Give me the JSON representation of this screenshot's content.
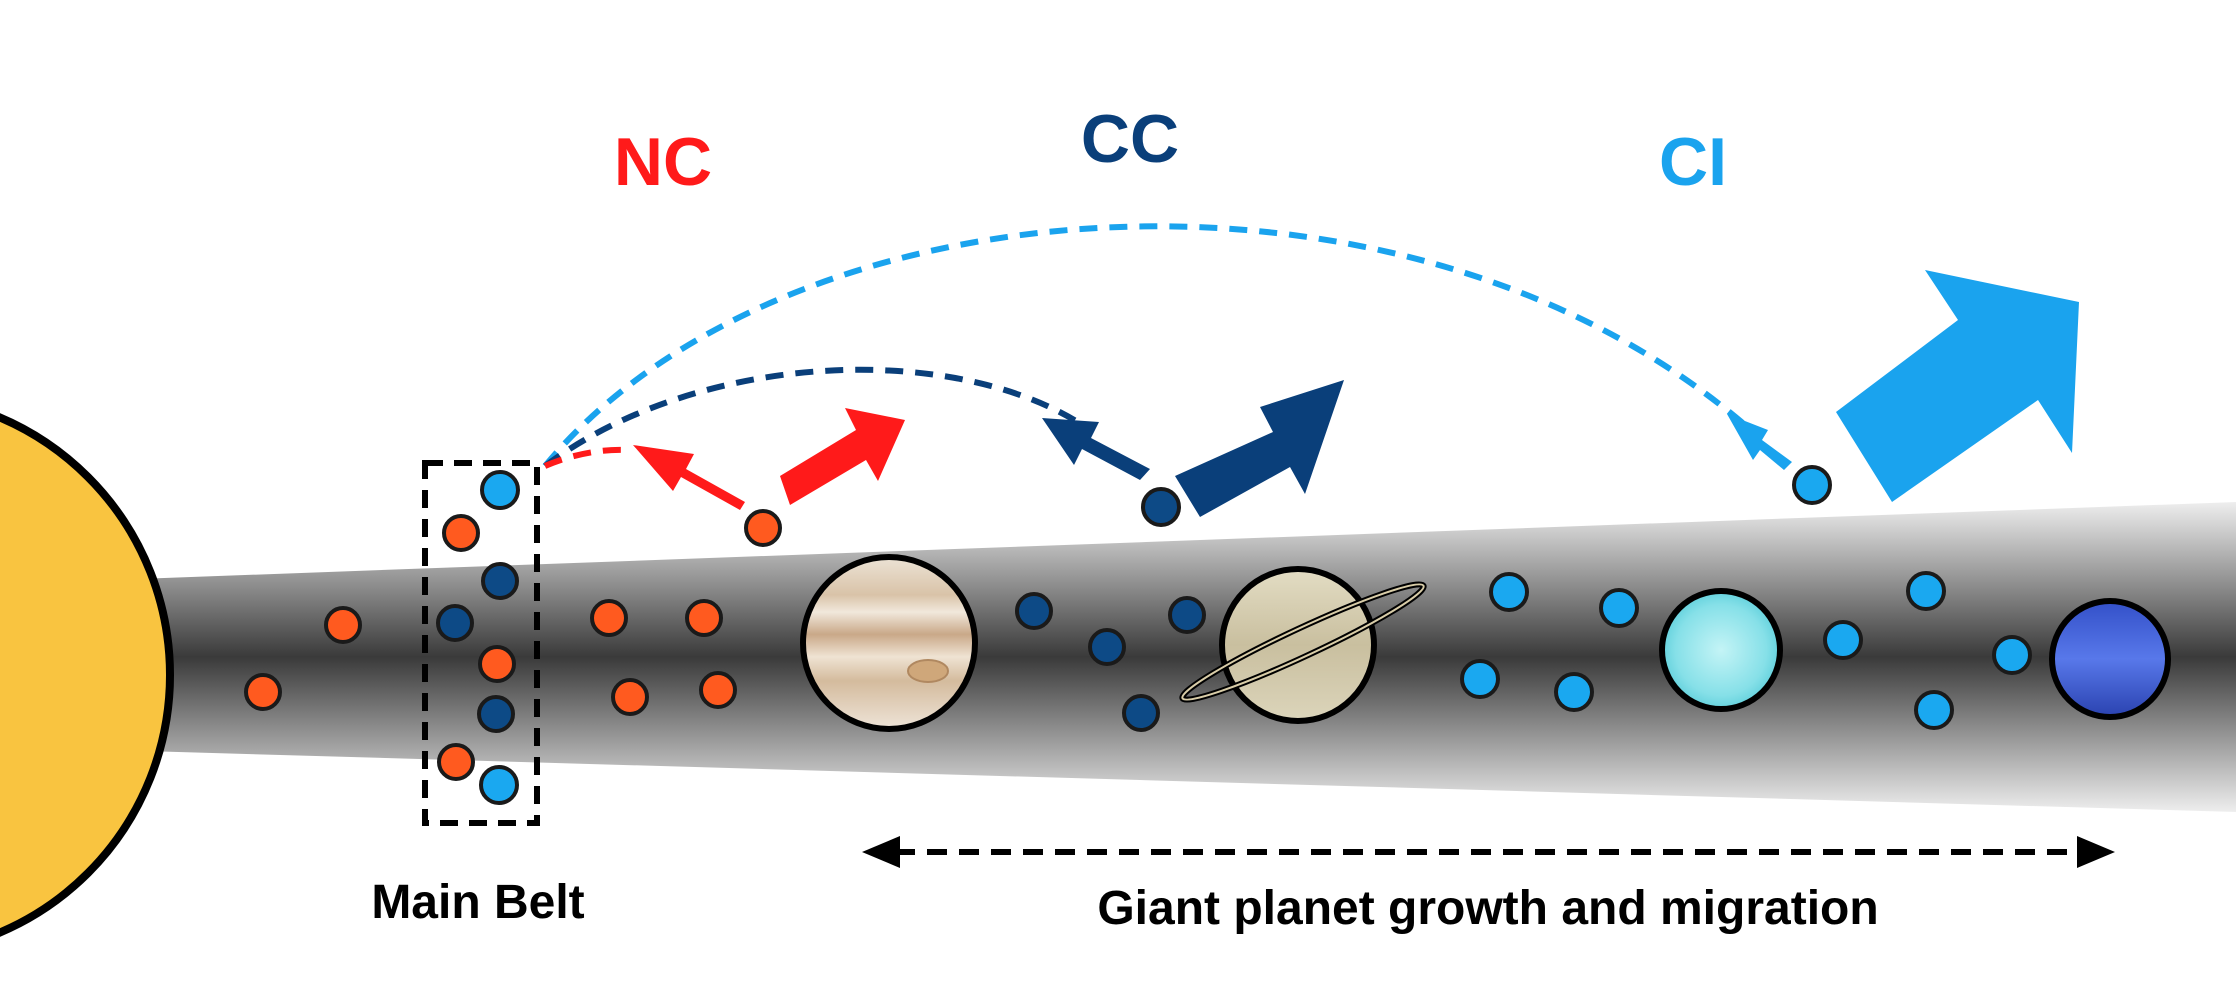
{
  "labels": {
    "nc": "NC",
    "cc": "CC",
    "ci": "CI",
    "main_belt": "Main Belt",
    "migration": "Giant planet growth and migration"
  },
  "colors": {
    "nc": "#ff1a1a",
    "nc_body": "#ff5a1f",
    "cc": "#0a3f7a",
    "cc_body": "#0d4a86",
    "ci": "#1aa3ee",
    "ci_body": "#1aa8f0",
    "sun": "#f9c440",
    "disk_dark": "#3c3c3c",
    "disk_light": "#e6e6e6"
  },
  "icons": {
    "sun": "sun-icon",
    "jupiter": "jupiter-icon",
    "saturn": "saturn-icon",
    "uranus": "uranus-icon",
    "neptune": "neptune-icon"
  }
}
